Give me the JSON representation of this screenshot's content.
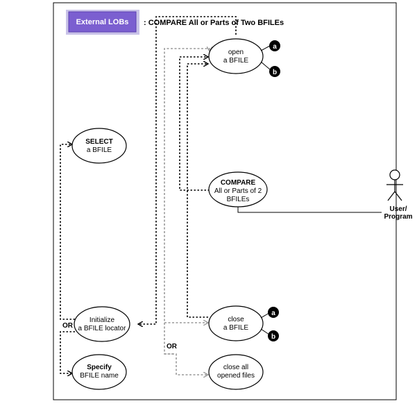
{
  "header": {
    "tag_label": "External LOBs",
    "title": "COMPARE All or Parts of Two BFILEs",
    "colors": {
      "tag_fill": "#7b5fd0",
      "tag_shadow": "#c9c3e8"
    }
  },
  "nodes": {
    "open": {
      "line1": "open",
      "line2": "a BFILE"
    },
    "select": {
      "line1": "SELECT",
      "line2": "a BFILE"
    },
    "compare": {
      "line1": "COMPARE",
      "line2": "All or Parts of 2",
      "line3": "BFILEs"
    },
    "initialize": {
      "line1": "Initialize",
      "line2": "a BFILE locator"
    },
    "close": {
      "line1": "close",
      "line2": "a BFILE"
    },
    "specify": {
      "line1": "Specify",
      "line2": "BFILE name"
    },
    "close_all": {
      "line1": "close all",
      "line2": "opened files"
    }
  },
  "badges": {
    "a": "a",
    "b": "b"
  },
  "actor": {
    "line1": "User/",
    "line2": "Program"
  },
  "or_labels": {
    "left": "OR",
    "bottom": "OR"
  }
}
